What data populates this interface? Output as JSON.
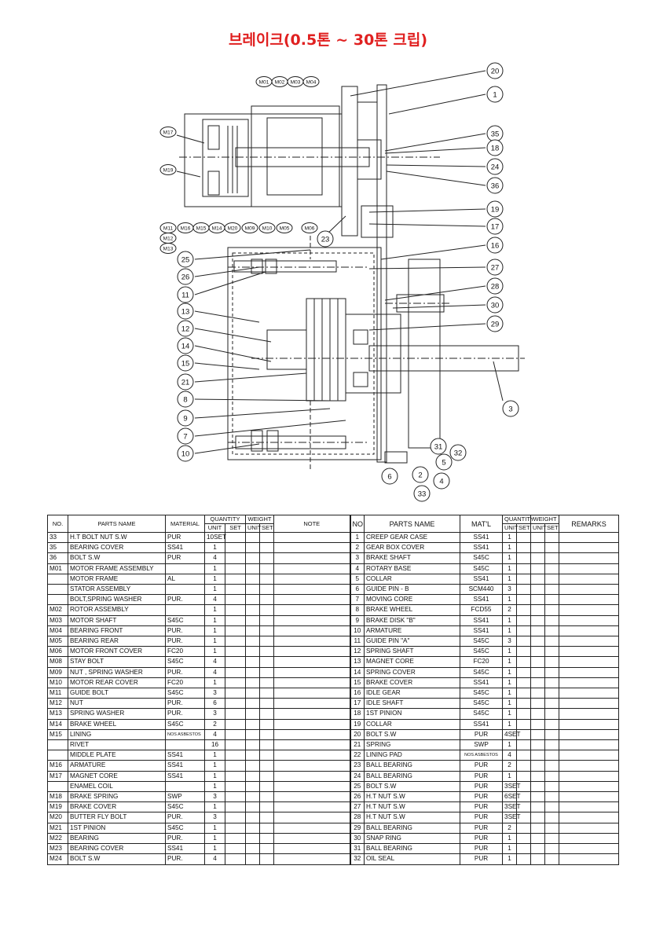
{
  "title": "브레이크(0.5톤 ~ 30톤 크립)",
  "callouts": {
    "motor_top": [
      "M01",
      "M02",
      "M03",
      "M04"
    ],
    "motor_side": [
      "M17",
      "M19"
    ],
    "motor_bottom": [
      "M11",
      "M16",
      "M15",
      "M14",
      "M20",
      "M09",
      "M10",
      "M05",
      "M06"
    ],
    "motor_bottom_stack": [
      "M12",
      "M13"
    ],
    "right_column": [
      "20",
      "1",
      "35",
      "18",
      "24",
      "36",
      "19",
      "17",
      "16",
      "27",
      "28",
      "30",
      "29",
      "3"
    ],
    "left_column": [
      "25",
      "26",
      "11",
      "13",
      "12",
      "14",
      "15",
      "21",
      "8",
      "9",
      "7",
      "10"
    ],
    "center": [
      "23"
    ],
    "bottom": [
      "31",
      "32",
      "5",
      "4",
      "2",
      "6",
      "33"
    ]
  },
  "table": {
    "headers": {
      "no": "NO.",
      "parts_name": "PARTS NAME",
      "material": "MATERIAL",
      "quantity": "QUANTITY",
      "weight": "WEIGHT",
      "unit": "UNIT",
      "set": "SET",
      "note": "NOTE",
      "no2": "NO",
      "parts_name2": "PARTS NAME",
      "matl": "MAT'L",
      "remarks": "REMARKS"
    },
    "left_rows": [
      {
        "no": "33",
        "name": "H.T BOLT NUT S.W",
        "mat": "PUR",
        "qty": "10SET"
      },
      {
        "no": "35",
        "name": "BEARING COVER",
        "mat": "SS41",
        "qty": "1"
      },
      {
        "no": "36",
        "name": "BOLT S.W",
        "mat": "PUR",
        "qty": "4"
      },
      {
        "no": "M01",
        "name": "MOTOR FRAME ASSEMBLY",
        "mat": "",
        "qty": "1"
      },
      {
        "no": "",
        "name": "MOTOR FRAME",
        "mat": "AL",
        "qty": "1"
      },
      {
        "no": "",
        "name": "STATOR ASSEMBLY",
        "mat": "",
        "qty": "1"
      },
      {
        "no": "",
        "name": "BOLT,SPRING WASHER",
        "mat": "PUR.",
        "qty": "4"
      },
      {
        "no": "M02",
        "name": "ROTOR ASSEMBLY",
        "mat": "",
        "qty": "1"
      },
      {
        "no": "M03",
        "name": "MOTOR SHAFT",
        "mat": "S45C",
        "qty": "1"
      },
      {
        "no": "M04",
        "name": "BEARING FRONT",
        "mat": "PUR.",
        "qty": "1"
      },
      {
        "no": "M05",
        "name": "BEARING REAR",
        "mat": "PUR.",
        "qty": "1"
      },
      {
        "no": "M06",
        "name": "MOTOR FRONT COVER",
        "mat": "FC20",
        "qty": "1"
      },
      {
        "no": "M08",
        "name": "STAY BOLT",
        "mat": "S45C",
        "qty": "4"
      },
      {
        "no": "M09",
        "name": "NUT , SPRING WASHER",
        "mat": "PUR.",
        "qty": "4"
      },
      {
        "no": "M10",
        "name": "MOTOR REAR COVER",
        "mat": "FC20",
        "qty": "1"
      },
      {
        "no": "M11",
        "name": "GUIDE BOLT",
        "mat": "S45C",
        "qty": "3"
      },
      {
        "no": "M12",
        "name": "NUT",
        "mat": "PUR.",
        "qty": "6"
      },
      {
        "no": "M13",
        "name": "SPRING WASHER",
        "mat": "PUR.",
        "qty": "3"
      },
      {
        "no": "M14",
        "name": "BRAKE WHEEL",
        "mat": "S45C",
        "qty": "2"
      },
      {
        "no": "M15",
        "name": "LINING",
        "mat": "NOS ASBESTOS",
        "qty": "4"
      },
      {
        "no": "",
        "name": "RIVET",
        "mat": "",
        "qty": "16"
      },
      {
        "no": "",
        "name": "MIDDLE PLATE",
        "mat": "SS41",
        "qty": "1"
      },
      {
        "no": "M16",
        "name": "ARMATURE",
        "mat": "SS41",
        "qty": "1"
      },
      {
        "no": "M17",
        "name": "MAGNET CORE",
        "mat": "SS41",
        "qty": "1"
      },
      {
        "no": "",
        "name": "ENAMEL COIL",
        "mat": "",
        "qty": "1"
      },
      {
        "no": "M18",
        "name": "BRAKE SPRING",
        "mat": "SWP",
        "qty": "3"
      },
      {
        "no": "M19",
        "name": "BRAKE COVER",
        "mat": "S45C",
        "qty": "1"
      },
      {
        "no": "M20",
        "name": "BUTTER FLY BOLT",
        "mat": "PUR.",
        "qty": "3"
      },
      {
        "no": "M21",
        "name": "1ST PINION",
        "mat": "S45C",
        "qty": "1"
      },
      {
        "no": "M22",
        "name": "BEARING",
        "mat": "PUR.",
        "qty": "1"
      },
      {
        "no": "M23",
        "name": "BEARING COVER",
        "mat": "SS41",
        "qty": "1"
      },
      {
        "no": "M24",
        "name": "BOLT S.W",
        "mat": "PUR.",
        "qty": "4"
      }
    ],
    "right_rows": [
      {
        "no": "1",
        "name": "CREEP GEAR CASE",
        "mat": "SS41",
        "qty": "1"
      },
      {
        "no": "2",
        "name": "GEAR BOX COVER",
        "mat": "SS41",
        "qty": "1"
      },
      {
        "no": "3",
        "name": "BRAKE SHAFT",
        "mat": "S45C",
        "qty": "1"
      },
      {
        "no": "4",
        "name": "ROTARY BASE",
        "mat": "S45C",
        "qty": "1"
      },
      {
        "no": "5",
        "name": "COLLAR",
        "mat": "SS41",
        "qty": "1"
      },
      {
        "no": "6",
        "name": "GUIDE PIN - B",
        "mat": "SCM440",
        "qty": "3"
      },
      {
        "no": "7",
        "name": "MOVING CORE",
        "mat": "SS41",
        "qty": "1"
      },
      {
        "no": "8",
        "name": "BRAKE WHEEL",
        "mat": "FCD55",
        "qty": "2"
      },
      {
        "no": "9",
        "name": "BRAKE DISK \"B\"",
        "mat": "SS41",
        "qty": "1"
      },
      {
        "no": "10",
        "name": "ARMATURE",
        "mat": "SS41",
        "qty": "1"
      },
      {
        "no": "11",
        "name": "GUIDE PIN \"A\"",
        "mat": "S45C",
        "qty": "3"
      },
      {
        "no": "12",
        "name": "SPRING SHAFT",
        "mat": "S45C",
        "qty": "1"
      },
      {
        "no": "13",
        "name": "MAGNET CORE",
        "mat": "FC20",
        "qty": "1"
      },
      {
        "no": "14",
        "name": "SPRING COVER",
        "mat": "S45C",
        "qty": "1"
      },
      {
        "no": "15",
        "name": "BRAKE COVER",
        "mat": "SS41",
        "qty": "1"
      },
      {
        "no": "16",
        "name": "IDLE GEAR",
        "mat": "S45C",
        "qty": "1"
      },
      {
        "no": "17",
        "name": "IDLE SHAFT",
        "mat": "S45C",
        "qty": "1"
      },
      {
        "no": "18",
        "name": "1ST PINION",
        "mat": "S45C",
        "qty": "1"
      },
      {
        "no": "19",
        "name": "COLLAR",
        "mat": "SS41",
        "qty": "1"
      },
      {
        "no": "20",
        "name": "BOLT S.W",
        "mat": "PUR",
        "qty": "4SET"
      },
      {
        "no": "21",
        "name": "SPRING",
        "mat": "SWP",
        "qty": "1"
      },
      {
        "no": "22",
        "name": "LINING PAD",
        "mat": "NOS ASBESTOS",
        "qty": "4"
      },
      {
        "no": "23",
        "name": "BALL BEARING",
        "mat": "PUR",
        "qty": "2"
      },
      {
        "no": "24",
        "name": "BALL BEARING",
        "mat": "PUR",
        "qty": "1"
      },
      {
        "no": "25",
        "name": "BOLT S.W",
        "mat": "PUR",
        "qty": "3SET"
      },
      {
        "no": "26",
        "name": "H.T NUT S.W",
        "mat": "PUR",
        "qty": "6SET"
      },
      {
        "no": "27",
        "name": "H.T NUT S.W",
        "mat": "PUR",
        "qty": "3SET"
      },
      {
        "no": "28",
        "name": "H.T NUT S.W",
        "mat": "PUR",
        "qty": "3SET"
      },
      {
        "no": "29",
        "name": "BALL BEARING",
        "mat": "PUR",
        "qty": "2"
      },
      {
        "no": "30",
        "name": "SNAP RING",
        "mat": "PUR",
        "qty": "1"
      },
      {
        "no": "31",
        "name": "BALL BEARING",
        "mat": "PUR",
        "qty": "1"
      },
      {
        "no": "32",
        "name": "OIL SEAL",
        "mat": "PUR",
        "qty": "1"
      }
    ]
  }
}
